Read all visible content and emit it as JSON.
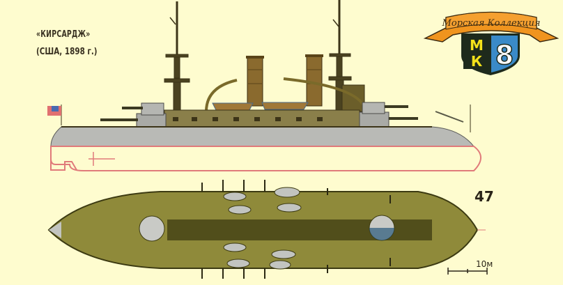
{
  "caption": {
    "title": "«КИРСАРДЖ»",
    "subtitle": "(США, 1898 г.)"
  },
  "plate_number": "47",
  "scale_bar": {
    "label": "10м"
  },
  "logo": {
    "banner_text": "Морская Коллекция",
    "letters_left_top": "М",
    "letters_left_bottom": "К",
    "issue_number": "8",
    "colors": {
      "banner": "#f0941e",
      "shield_left": "#f5e21a",
      "shield_right": "#3a8ac8",
      "outline": "#1e2a1c"
    }
  },
  "illustration": {
    "views": [
      "side-profile",
      "top-plan"
    ],
    "colors": {
      "background": "#fefccf",
      "hull_gray": "#b9bab6",
      "deck_olive": "#8f8a3a",
      "superstructure_brown": "#8a7a45",
      "waterline_red": "#e07a7a",
      "dark_olive": "#3c3a12"
    }
  }
}
